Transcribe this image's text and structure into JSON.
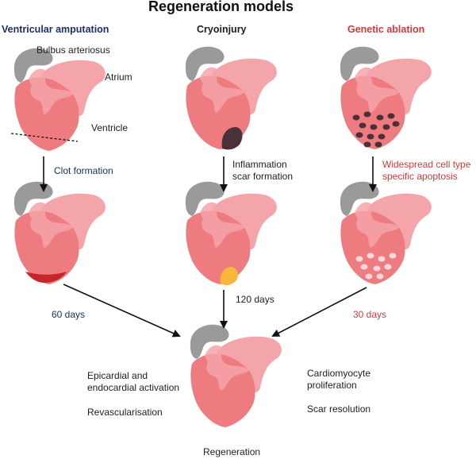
{
  "title": "Regeneration models",
  "columns": {
    "amputation": {
      "header": "Ventricular amputation",
      "labels": {
        "bulbus": "Bulbus arteriosus",
        "atrium": "Atrium",
        "ventricle": "Ventricle"
      },
      "step": "Clot formation",
      "time": "60 days"
    },
    "cryo": {
      "header": "Cryoinjury",
      "step_line1": "Inflammation",
      "step_line2": "scar formation",
      "time": "120 days"
    },
    "genetic": {
      "header": "Genetic ablation",
      "step_line1": "Widespread cell type",
      "step_line2": "specific apoptosis",
      "time": "30 days"
    }
  },
  "outcome": {
    "label": "Regeneration",
    "left_line1": "Epicardial and",
    "left_line2": "endocardial activation",
    "left_line3": "Revascularisation",
    "right_line1": "Cardiomyocyte",
    "right_line2": "proliferation",
    "right_line3": "Scar resolution"
  },
  "colors": {
    "ventricle": "#ee7b7f",
    "atrium": "#f4a5aa",
    "bulbus": "#9a9a9a",
    "clot": "#c8252b",
    "cryo_lesion": "#4a3038",
    "scar": "#f6b73c",
    "apoptosis": "#4a3038",
    "spots": "#f8d9dc"
  }
}
